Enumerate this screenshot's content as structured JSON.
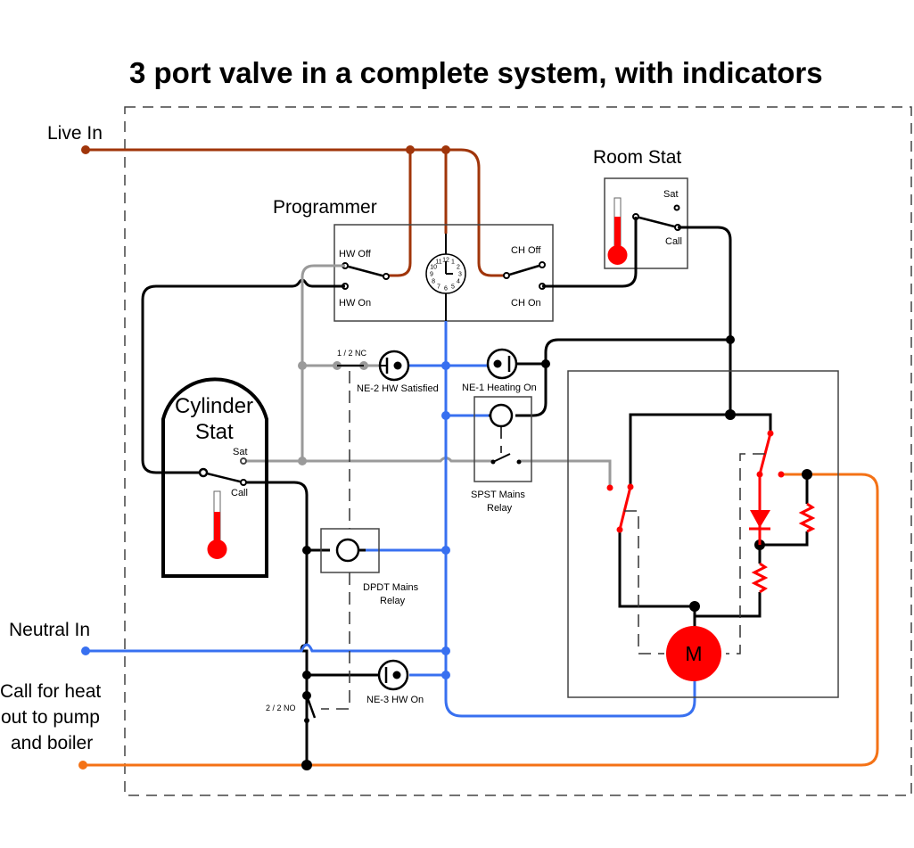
{
  "title": "3 port valve in a complete system, with indicators",
  "inputs": {
    "live": "Live In",
    "neutral": "Neutral In",
    "call_for_heat": [
      "Call for heat",
      "out to pump",
      "and boiler"
    ]
  },
  "programmer": {
    "label": "Programmer",
    "hw_off": "HW Off",
    "hw_on": "HW On",
    "ch_off": "CH Off",
    "ch_on": "CH On",
    "clock_numbers": [
      "12",
      "1",
      "2",
      "3",
      "4",
      "5",
      "6",
      "7",
      "8",
      "9",
      "10",
      "11"
    ]
  },
  "room_stat": {
    "label": "Room Stat",
    "sat": "Sat",
    "call": "Call"
  },
  "cylinder_stat": {
    "label_line1": "Cylinder",
    "label_line2": "Stat",
    "sat": "Sat",
    "call": "Call"
  },
  "indicators": {
    "ne2": "NE-2 HW Satisfied",
    "ne1": "NE-1 Heating On",
    "ne3": "NE-3 HW On"
  },
  "relays": {
    "spst_line1": "SPST Mains",
    "spst_line2": "Relay",
    "dpdt_line1": "DPDT Mains",
    "dpdt_line2": "Relay",
    "contact_1": "1 / 2 NC",
    "contact_2": "2 / 2 NO"
  },
  "valve": {
    "motor_label": "M"
  },
  "colors": {
    "live": "#a0350a",
    "neutral": "#3870f0",
    "call_out": "#f47216",
    "valve_internal": "#ff0000",
    "control": "#000000",
    "satisfied": "#9a9a9a"
  }
}
